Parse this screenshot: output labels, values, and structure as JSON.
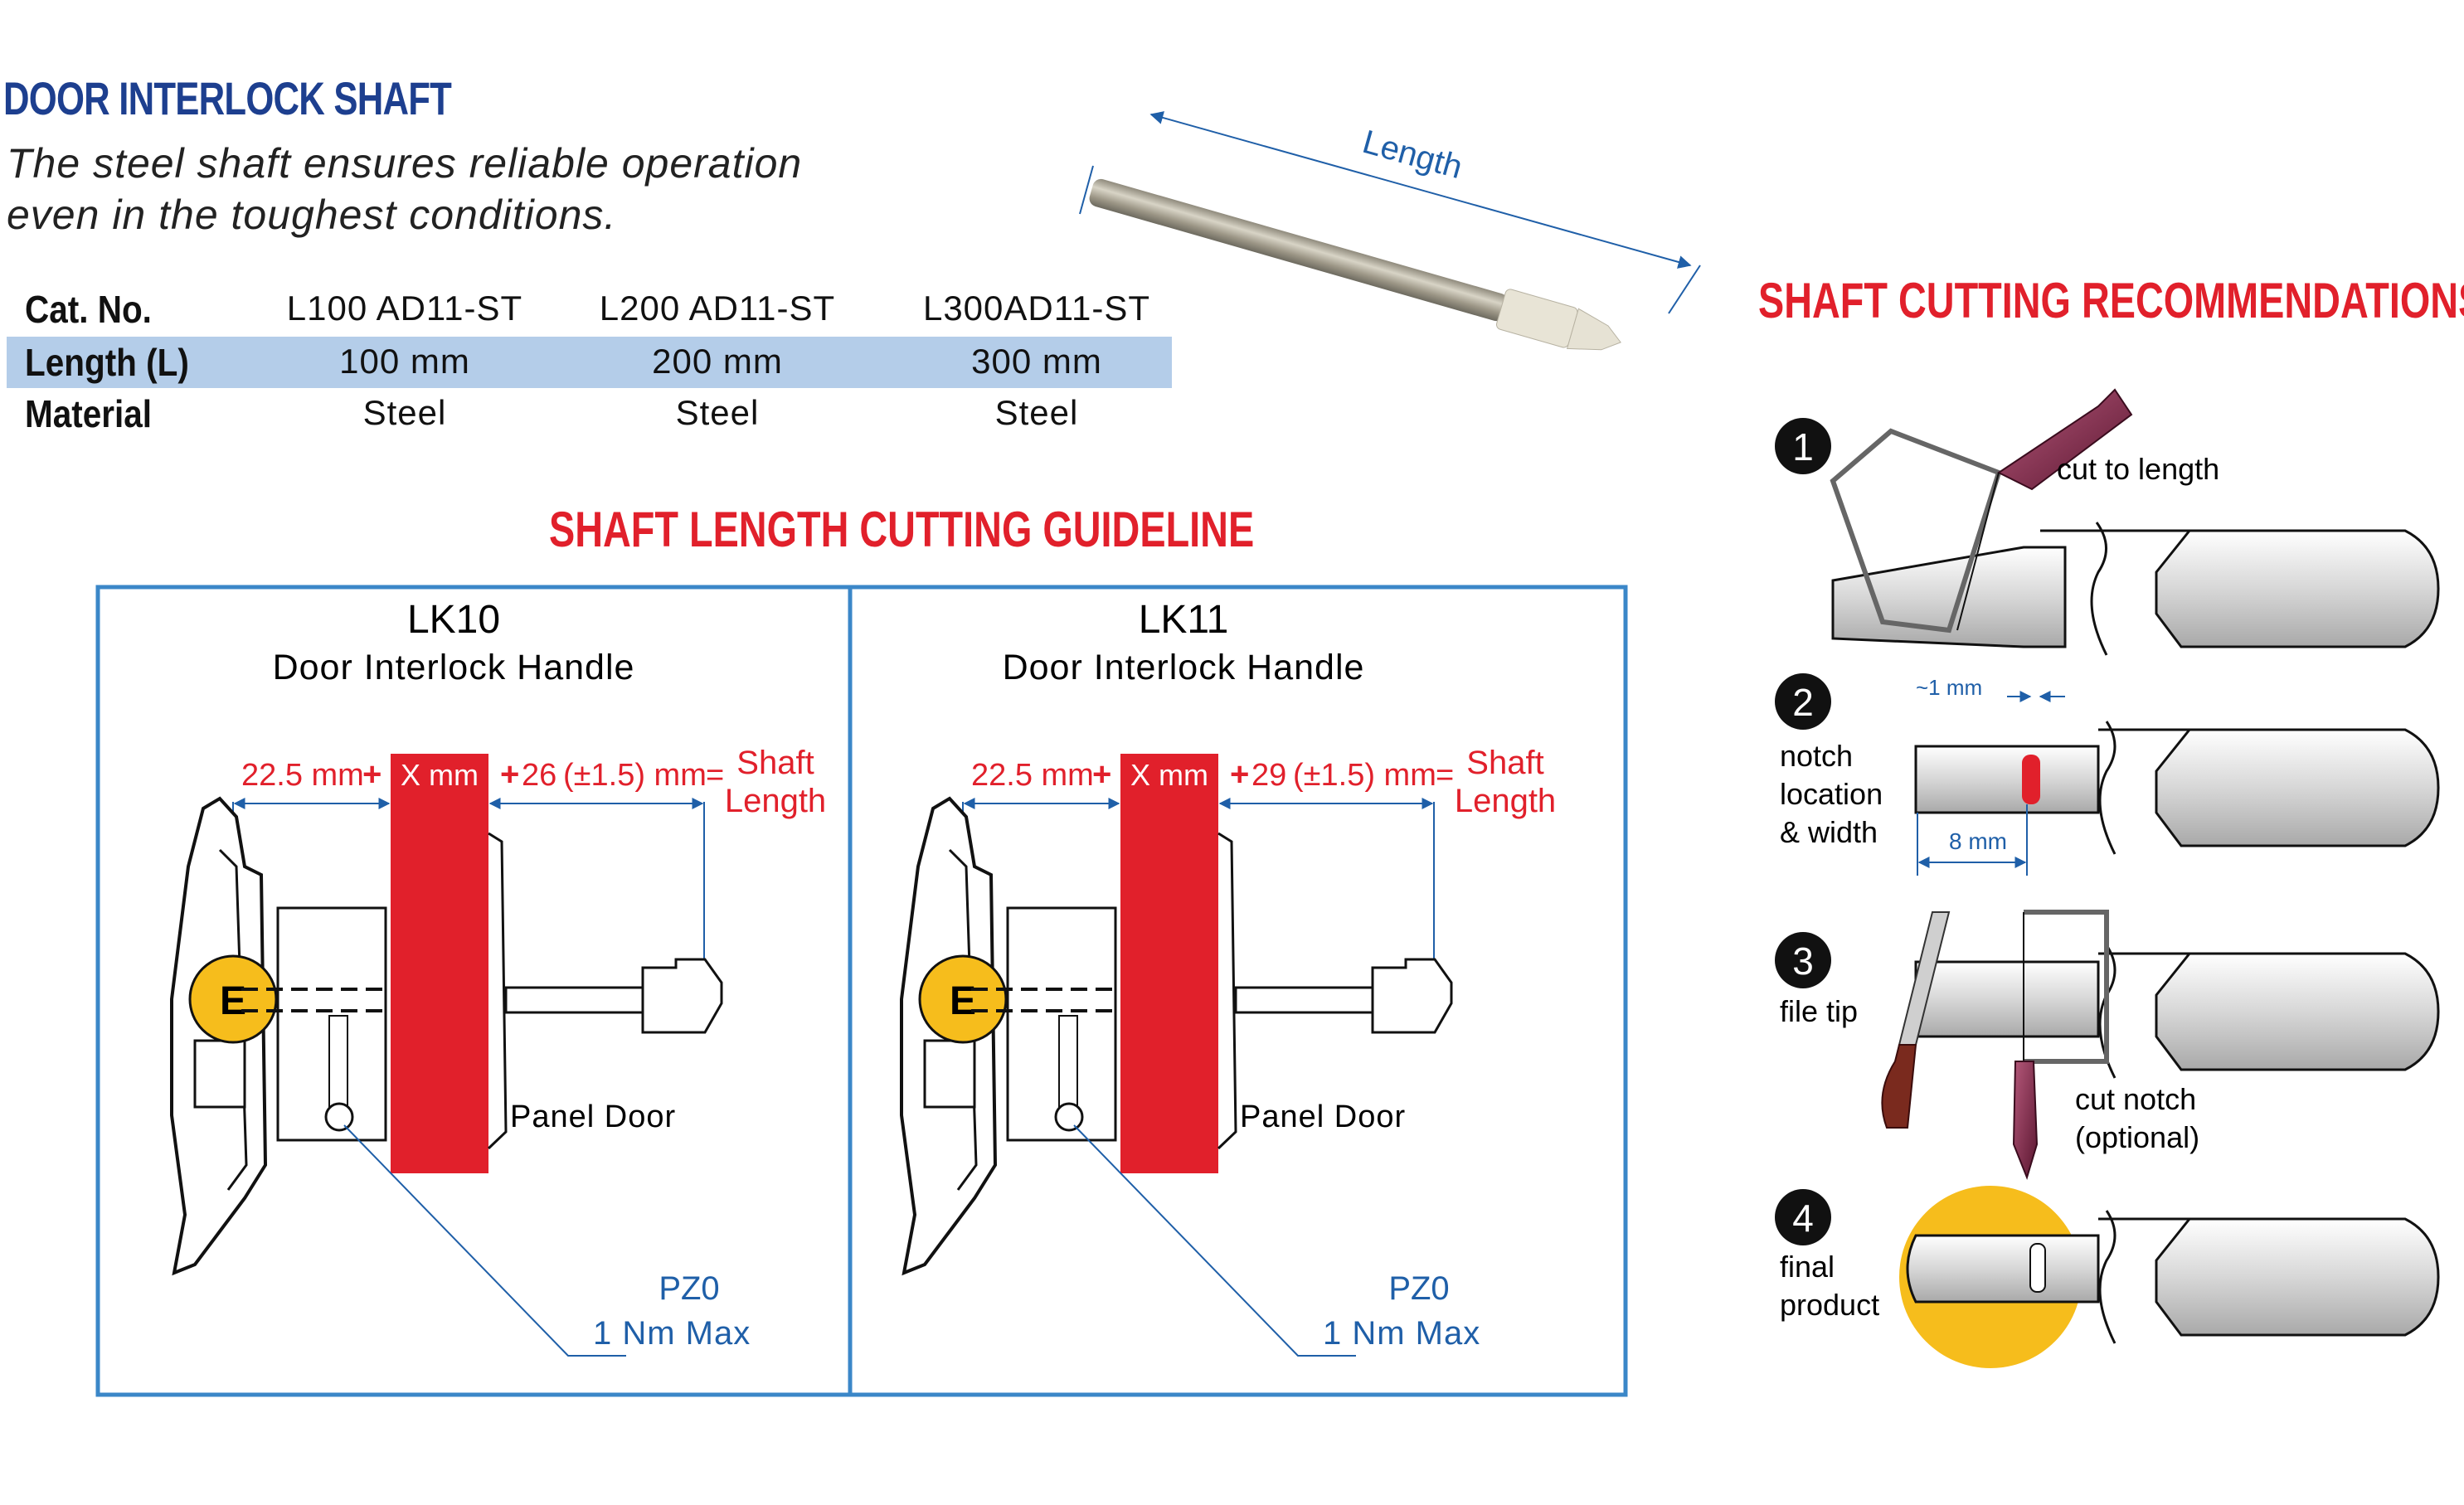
{
  "header": {
    "title": "DOOR INTERLOCK SHAFT",
    "tagline_line1": "The steel shaft ensures reliable operation",
    "tagline_line2": "even in the toughest conditions."
  },
  "spec_table": {
    "rows": [
      {
        "label": "Cat. No.",
        "values": [
          "L100 AD11-ST",
          "L200 AD11-ST",
          "L300AD11-ST"
        ]
      },
      {
        "label": "Length (L)",
        "values": [
          "100 mm",
          "200 mm",
          "300 mm"
        ]
      },
      {
        "label": "Material",
        "values": [
          "Steel",
          "Steel",
          "Steel"
        ]
      }
    ]
  },
  "shaft_photo": {
    "dimension_label": "Length"
  },
  "guideline": {
    "heading": "SHAFT LENGTH CUTTING GUIDELINE",
    "panels": [
      {
        "model": "LK10",
        "subtitle": "Door Interlock Handle",
        "dim_a": "22.5 mm",
        "plus1": "+",
        "dim_x": "X mm",
        "plus2": "+",
        "dim_b": "26",
        "tolerance": "(±1.5) mm",
        "equals": "=",
        "result_line1": "Shaft",
        "result_line2": "Length",
        "panel_label": "Panel Door",
        "screw_type": "PZ0",
        "torque": "1 Nm  Max"
      },
      {
        "model": "LK11",
        "subtitle": "Door Interlock Handle",
        "dim_a": "22.5 mm",
        "plus1": "+",
        "dim_x": "X mm",
        "plus2": "+",
        "dim_b": "29",
        "tolerance": "(±1.5) mm",
        "equals": "=",
        "result_line1": "Shaft",
        "result_line2": "Length",
        "panel_label": "Panel Door",
        "screw_type": "PZ0",
        "torque": "1 Nm  Max"
      }
    ],
    "handle_letter": "E"
  },
  "cutting": {
    "heading": "SHAFT CUTTING RECOMMENDATIONS",
    "steps": [
      {
        "number": "1",
        "labels": [
          "cut to length"
        ]
      },
      {
        "number": "2",
        "labels": [
          "notch",
          "location",
          "& width"
        ],
        "dim_notch": "~1 mm",
        "dim_offset": "8 mm"
      },
      {
        "number": "3",
        "labels": [
          "file tip",
          "cut notch",
          "(optional)"
        ]
      },
      {
        "number": "4",
        "labels": [
          "final",
          "product"
        ]
      }
    ]
  },
  "colors": {
    "title_blue": "#1d3f8f",
    "accent_red": "#e1202b",
    "dim_blue": "#1f5fa8",
    "highlight_row": "#b4cde9",
    "yellow_circle": "#f6bd1c",
    "frame_blue": "#3b87c8"
  }
}
